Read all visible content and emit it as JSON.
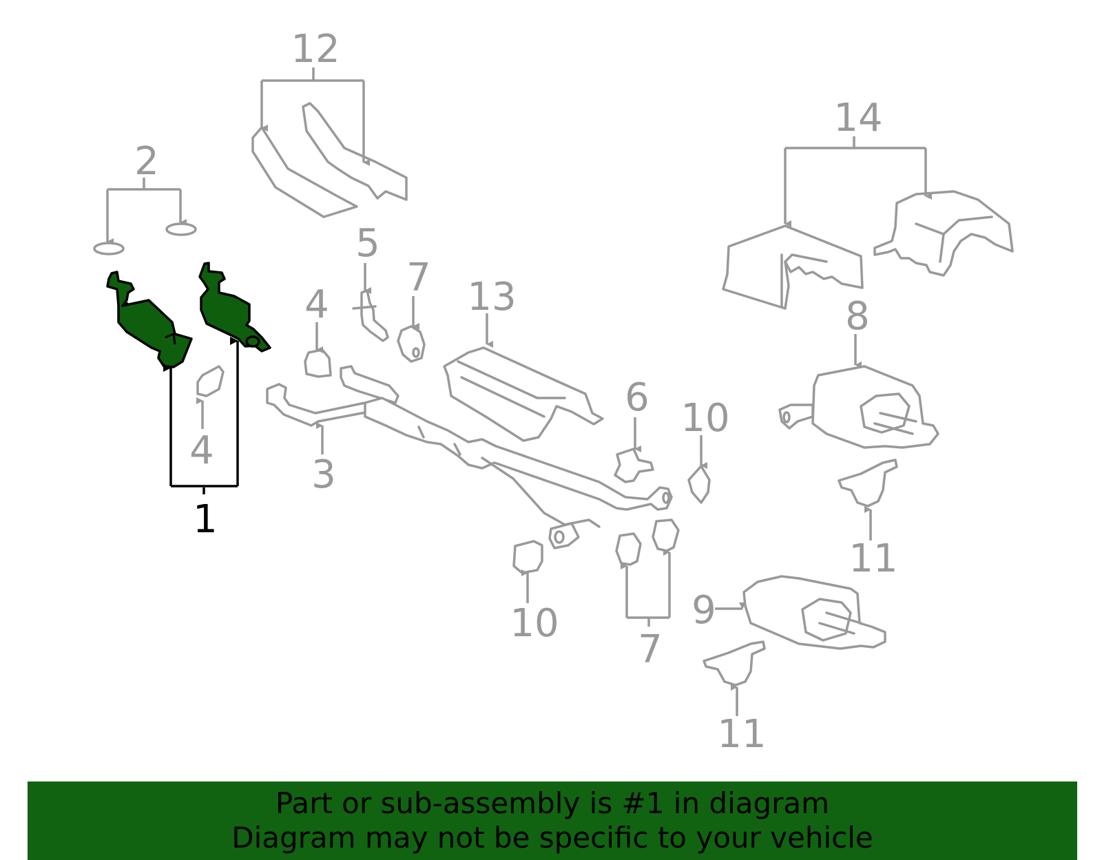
{
  "colors": {
    "highlight_fill": "#0e5e0e",
    "banner_bg": "#116311",
    "part_stroke": "#999999",
    "highlight_stroke": "#000000"
  },
  "callouts": {
    "c1": "1",
    "c2": "2",
    "c3": "3",
    "c4a": "4",
    "c4b": "4",
    "c5": "5",
    "c6": "6",
    "c7a": "7",
    "c7b": "7",
    "c8": "8",
    "c9": "9",
    "c10a": "10",
    "c10b": "10",
    "c11a": "11",
    "c11b": "11",
    "c12": "12",
    "c13": "13",
    "c14": "14"
  },
  "banner": {
    "line1": "Part or sub-assembly is #1 in diagram",
    "line2": "Diagram may not be specific to your vehicle"
  }
}
